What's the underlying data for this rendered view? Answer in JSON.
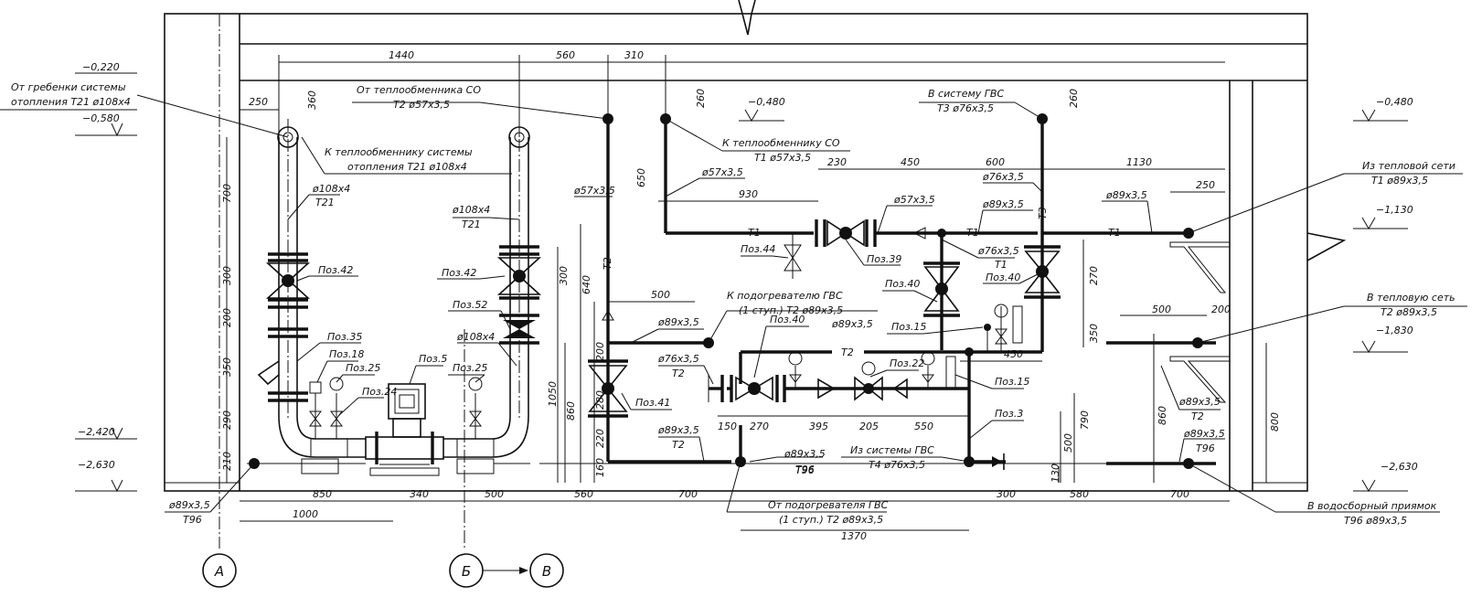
{
  "labels": {
    "from_branch": "От гребенки системы",
    "from_branch_2": "отопления Т21 ø108х4",
    "to_hx_heating": "К теплообменнику системы",
    "to_hx_heating_2": "отопления Т21 ø108х4",
    "from_hx_co": "От теплообменника СО",
    "from_hx_co_2": "Т2 ø57х3,5",
    "to_hx_co": "К теплообменнику СО",
    "to_hx_co_2": "Т1 ø57х3,5",
    "to_dhw": "В систему ГВС",
    "to_dhw_2": "Т3 ø76х3,5",
    "from_heat_net": "Из тепловой сети",
    "from_heat_net_2": "Т1 ø89х3,5",
    "to_heat_net": "В тепловую сеть",
    "to_heat_net_2": "Т2 ø89х3,5",
    "to_heater_dhw": "К подогревателю ГВС",
    "to_heater_dhw_2": "(1 ступ.) Т2 ø89х3,5",
    "from_heater_dhw": "От подогревателя ГВС",
    "from_heater_dhw_2": "(1 ступ.) Т2 ø89х3,5",
    "from_dhw_system": "Из системы ГВС",
    "from_dhw_system_2": "Т4 ø76х3,5",
    "to_drain_pit": "В водосборный приямок",
    "to_drain_pit_2": "Т96 ø89х3,5",
    "left_bottom": "ø89х3,5",
    "left_bottom_2": "Т96"
  },
  "pipe_tags": {
    "p108_l": "ø108х4",
    "t21_l": "Т21",
    "p108_r": "ø108х4",
    "t21_r": "Т21",
    "p108_b": "ø108х4",
    "p57_a": "ø57х3,5",
    "p57_b": "ø57х3,5",
    "p57_c": "ø57х3,5",
    "p76_a": "ø76х3,5",
    "p76_b": "ø76х3,5",
    "t1_b": "Т1",
    "p76_c": "ø76х3,5",
    "t2_c": "Т2",
    "p89_a": "ø89х3,5",
    "p89_b": "ø89х3,5",
    "p89_c": "ø89х3,5",
    "p89_d": "ø89х3,5",
    "t2_d": "Т2",
    "p89_e": "ø89х3,5",
    "t96_e": "Т96",
    "p89_f": "ø89х3,5",
    "t96_f": "Т96",
    "p89_g": "ø89х3,5",
    "t2_g": "Т2",
    "p89_h": "ø89х3,5",
    "line_t1_a": "Т1",
    "line_t1_b": "Т1",
    "line_t1_c": "Т1",
    "line_t2_a": "Т2",
    "line_t2_v": "Т2",
    "line_t3_v": "Т3",
    "line_t96": "Т96",
    "line_t2_mid": "Т2"
  },
  "positions": {
    "poz42_l": "Поз.42",
    "poz42_r": "Поз.42",
    "poz52": "Поз.52",
    "poz35": "Поз.35",
    "poz18": "Поз.18",
    "poz25_a": "Поз.25",
    "poz25_b": "Поз.25",
    "poz24": "Поз.24",
    "poz5": "Поз.5",
    "poz41": "Поз.41",
    "poz44": "Поз.44",
    "poz39": "Поз.39",
    "poz40_a": "Поз.40",
    "poz40_b": "Поз.40",
    "poz40_c": "Поз.40",
    "poz15_a": "Поз.15",
    "poz15_b": "Поз.15",
    "poz22": "Поз.22",
    "poz3": "Поз.3"
  },
  "elevations": {
    "e_m0220": "−0,220",
    "e_m0580": "−0,580",
    "e_m0480_a": "−0,480",
    "e_m0480_b": "−0,480",
    "e_m1130": "−1,130",
    "e_m1830": "−1,830",
    "e_m2420": "−2,420",
    "e_m2630_l": "−2,630",
    "e_m2630_r": "−2,630"
  },
  "dimensions": {
    "d1440": "1440",
    "d560_top": "560",
    "d310": "310",
    "d250_l": "250",
    "d360": "360",
    "d260_a": "260",
    "d260_b": "260",
    "d650": "650",
    "d930": "930",
    "d230": "230",
    "d450_top": "450",
    "d600": "600",
    "d1130": "1130",
    "d250_r": "250",
    "d700_v": "700",
    "d300_vl": "300",
    "d200_vl": "200",
    "d350_vl": "350",
    "d290": "290",
    "d210": "210",
    "d300_vr": "300",
    "d640": "640",
    "d500_mid": "500",
    "d200_v": "200",
    "d280": "280",
    "d220": "220",
    "d160": "160",
    "d1050": "1050",
    "d860_l": "860",
    "d150": "150",
    "d270_h": "270",
    "d395": "395",
    "d205": "205",
    "d550": "550",
    "d450_mid": "450",
    "d270_v": "270",
    "d350_v": "350",
    "d790": "790",
    "d500_v": "500",
    "d130": "130",
    "d500_r": "500",
    "d200_r": "200",
    "d860_r": "860",
    "d800": "800",
    "d850": "850",
    "d340": "340",
    "d500_b": "500",
    "d560_b": "560",
    "d700_b": "700",
    "d1000": "1000",
    "d1370": "1370",
    "d300_b": "300",
    "d580": "580",
    "d700_br": "700"
  },
  "axes": {
    "a": "А",
    "b": "Б",
    "v": "В"
  }
}
